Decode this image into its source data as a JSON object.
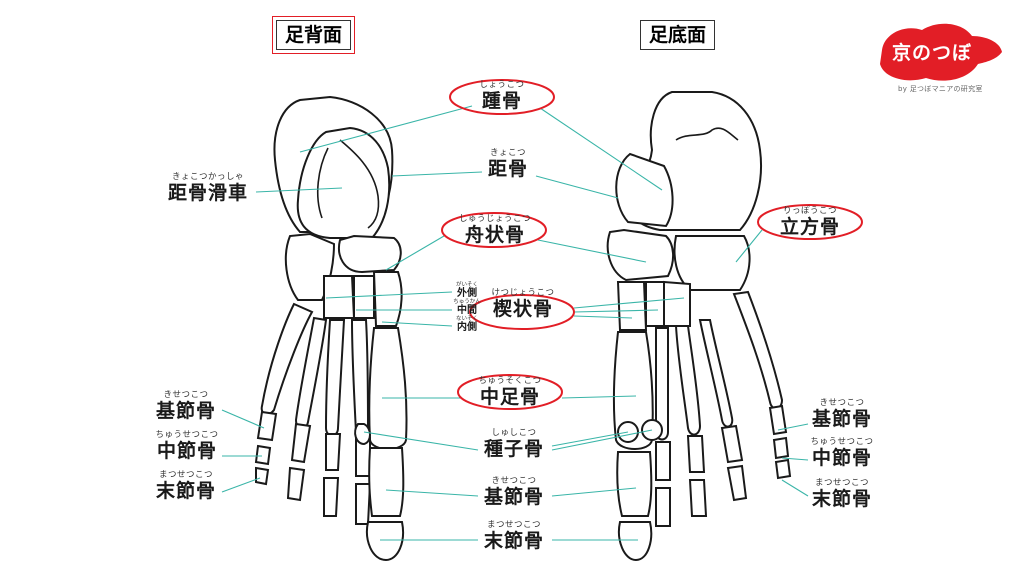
{
  "titles": {
    "dorsal": "足背面",
    "plantar": "足底面"
  },
  "logo": {
    "brand": "京のつぼ",
    "byline": "by 足つぼマニアの研究室",
    "accent": "#e21e26"
  },
  "colors": {
    "leader": "#3ab5a8",
    "highlight_ring": "#e21e26",
    "bone_outline": "#1a1a1a"
  },
  "labels": {
    "calcaneus": {
      "ruby": "しょうこつ",
      "main": "踵骨"
    },
    "talus": {
      "ruby": "きょこつ",
      "main": "距骨"
    },
    "talus_trochlea": {
      "ruby": "きょこつかっしゃ",
      "main": "距骨滑車"
    },
    "navicular": {
      "ruby": "しゅうじょうこつ",
      "main": "舟状骨"
    },
    "cuboid": {
      "ruby": "りっぽうこつ",
      "main": "立方骨"
    },
    "lateral": {
      "ruby": "がいそく",
      "main": "外側"
    },
    "intermediate": {
      "ruby": "ちゅうかん",
      "main": "中間"
    },
    "medial": {
      "ruby": "ないそく",
      "main": "内側"
    },
    "cuneiform": {
      "ruby": "けつじょうこつ",
      "main": "楔状骨"
    },
    "metatarsal": {
      "ruby": "ちゅうそくこつ",
      "main": "中足骨"
    },
    "sesamoid": {
      "ruby": "しゅしこつ",
      "main": "種子骨"
    },
    "proximal_center": {
      "ruby": "きせつこつ",
      "main": "基節骨"
    },
    "distal_center": {
      "ruby": "まつせつこつ",
      "main": "末節骨"
    },
    "proximal_left": {
      "ruby": "きせつこつ",
      "main": "基節骨"
    },
    "middle_left": {
      "ruby": "ちゅうせつこつ",
      "main": "中節骨"
    },
    "distal_left": {
      "ruby": "まつせつこつ",
      "main": "末節骨"
    },
    "proximal_right": {
      "ruby": "きせつこつ",
      "main": "基節骨"
    },
    "middle_right": {
      "ruby": "ちゅうせつこつ",
      "main": "中節骨"
    },
    "distal_right": {
      "ruby": "まつせつこつ",
      "main": "末節骨"
    }
  }
}
